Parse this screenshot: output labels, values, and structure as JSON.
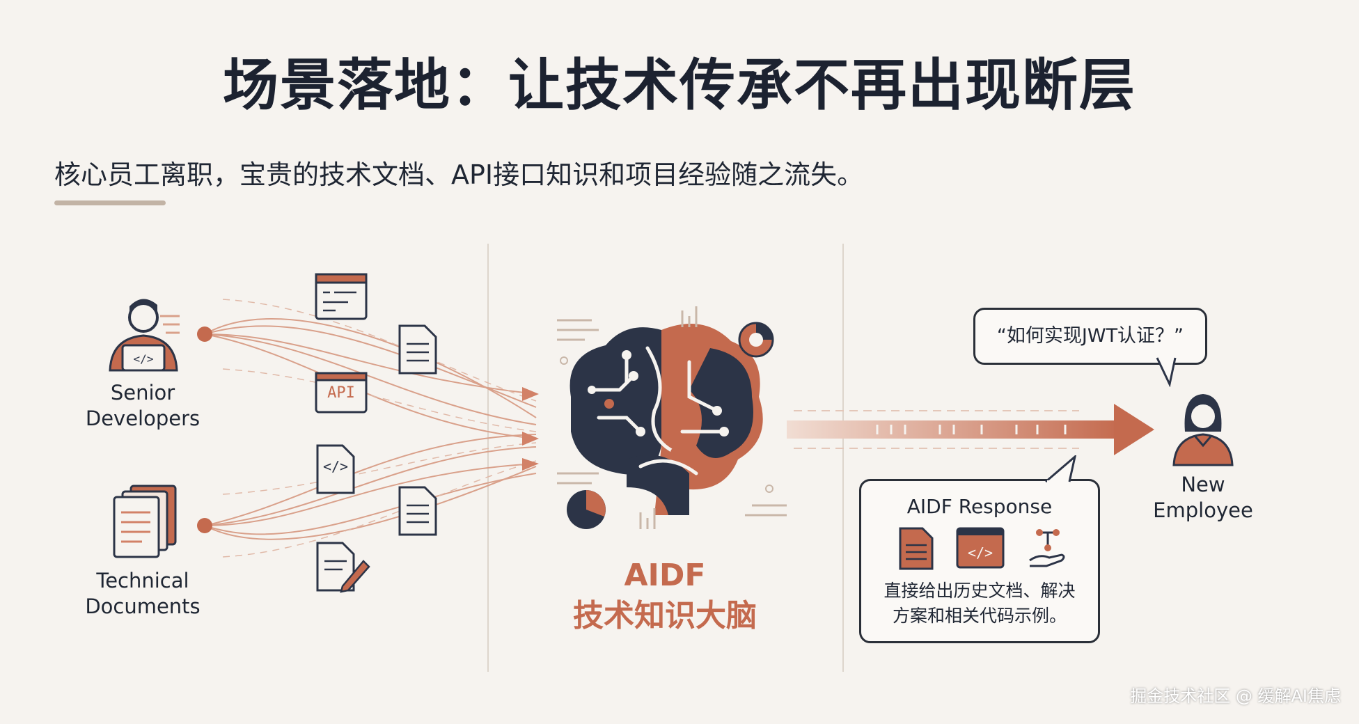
{
  "header": {
    "title": "场景落地：让技术传承不再出现断层",
    "subtitle": "核心员工离职，宝贵的技术文档、API接口知识和项目经验随之流失。"
  },
  "left": {
    "senior_label_1": "Senior",
    "senior_label_2": "Developers",
    "docs_label_1": "Technical",
    "docs_label_2": "Documents",
    "api_badge": "API",
    "code_badge": "</>"
  },
  "center": {
    "brain_label_1": "AIDF",
    "brain_label_2": "技术知识大脑"
  },
  "right": {
    "question": "“如何实现JWT认证？”",
    "response_title": "AIDF Response",
    "response_text_1": "直接给出历史文档、解决",
    "response_text_2": "方案和相关代码示例。",
    "employee_label_1": "New",
    "employee_label_2": "Employee"
  },
  "watermark": "掘金技术社区 @ 缓解AI焦虑",
  "colors": {
    "accent": "#c46a4e",
    "dark": "#2c3447",
    "background": "#f6f3ef"
  }
}
